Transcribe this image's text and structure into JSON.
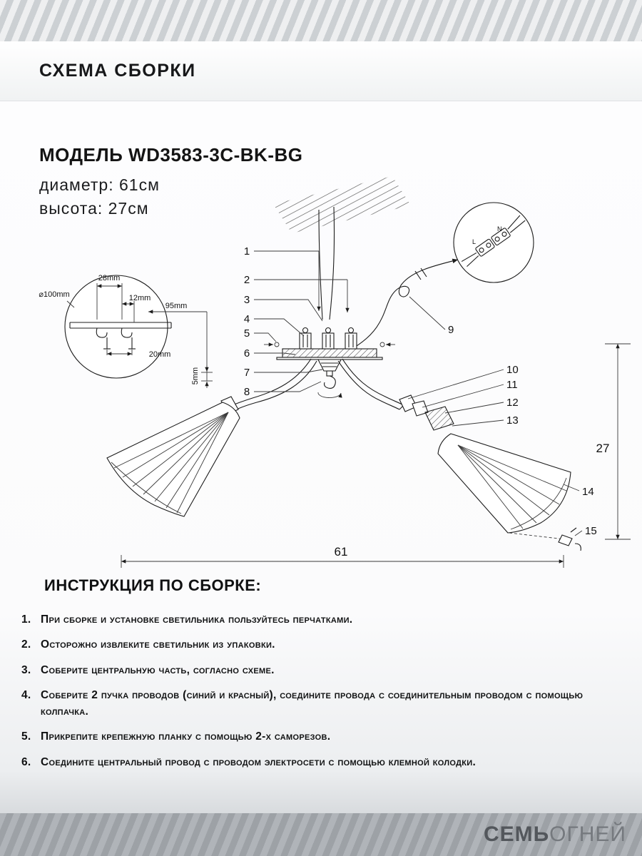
{
  "header": {
    "title": "СХЕМА СБОРКИ"
  },
  "model": {
    "name_line": "МОДЕЛЬ WD3583-3C-BK-BG",
    "diameter_line": "диаметр: 61см",
    "height_line": "высота: 27см"
  },
  "diagram": {
    "callouts": [
      "1",
      "2",
      "3",
      "4",
      "5",
      "6",
      "7",
      "8",
      "9",
      "10",
      "11",
      "12",
      "13",
      "14",
      "15"
    ],
    "dimensions": {
      "d100": "⌀100mm",
      "d28": "28mm",
      "d12": "12mm",
      "d95": "95mm",
      "d20": "20mm",
      "d5": "5mm",
      "width": "61",
      "height": "27"
    },
    "terminal": {
      "left": "L",
      "right": "N"
    }
  },
  "instructions": {
    "title": "ИНСТРУКЦИЯ ПО СБОРКЕ:",
    "items": [
      {
        "num": "1.",
        "text": "При сборке и установке светильника пользуйтесь перчатками."
      },
      {
        "num": "2.",
        "text": "Осторожно извлеките светильник из упаковки."
      },
      {
        "num": "3.",
        "text": "Соберите центральную часть, согласно схеме."
      },
      {
        "num": "4.",
        "text": "Соберите 2 пучка проводов (синий и красный), соедините провода с соединительным проводом с помощью колпачка."
      },
      {
        "num": "5.",
        "text": "Прикрепите крепежную планку с помощью 2-х саморезов."
      },
      {
        "num": "6.",
        "text": "Соедините центральный провод с проводом электросети с помощью клемной колодки."
      }
    ]
  },
  "footer": {
    "brand_bold": "СЕМЬ",
    "brand_light": "ОГНЕЙ"
  }
}
